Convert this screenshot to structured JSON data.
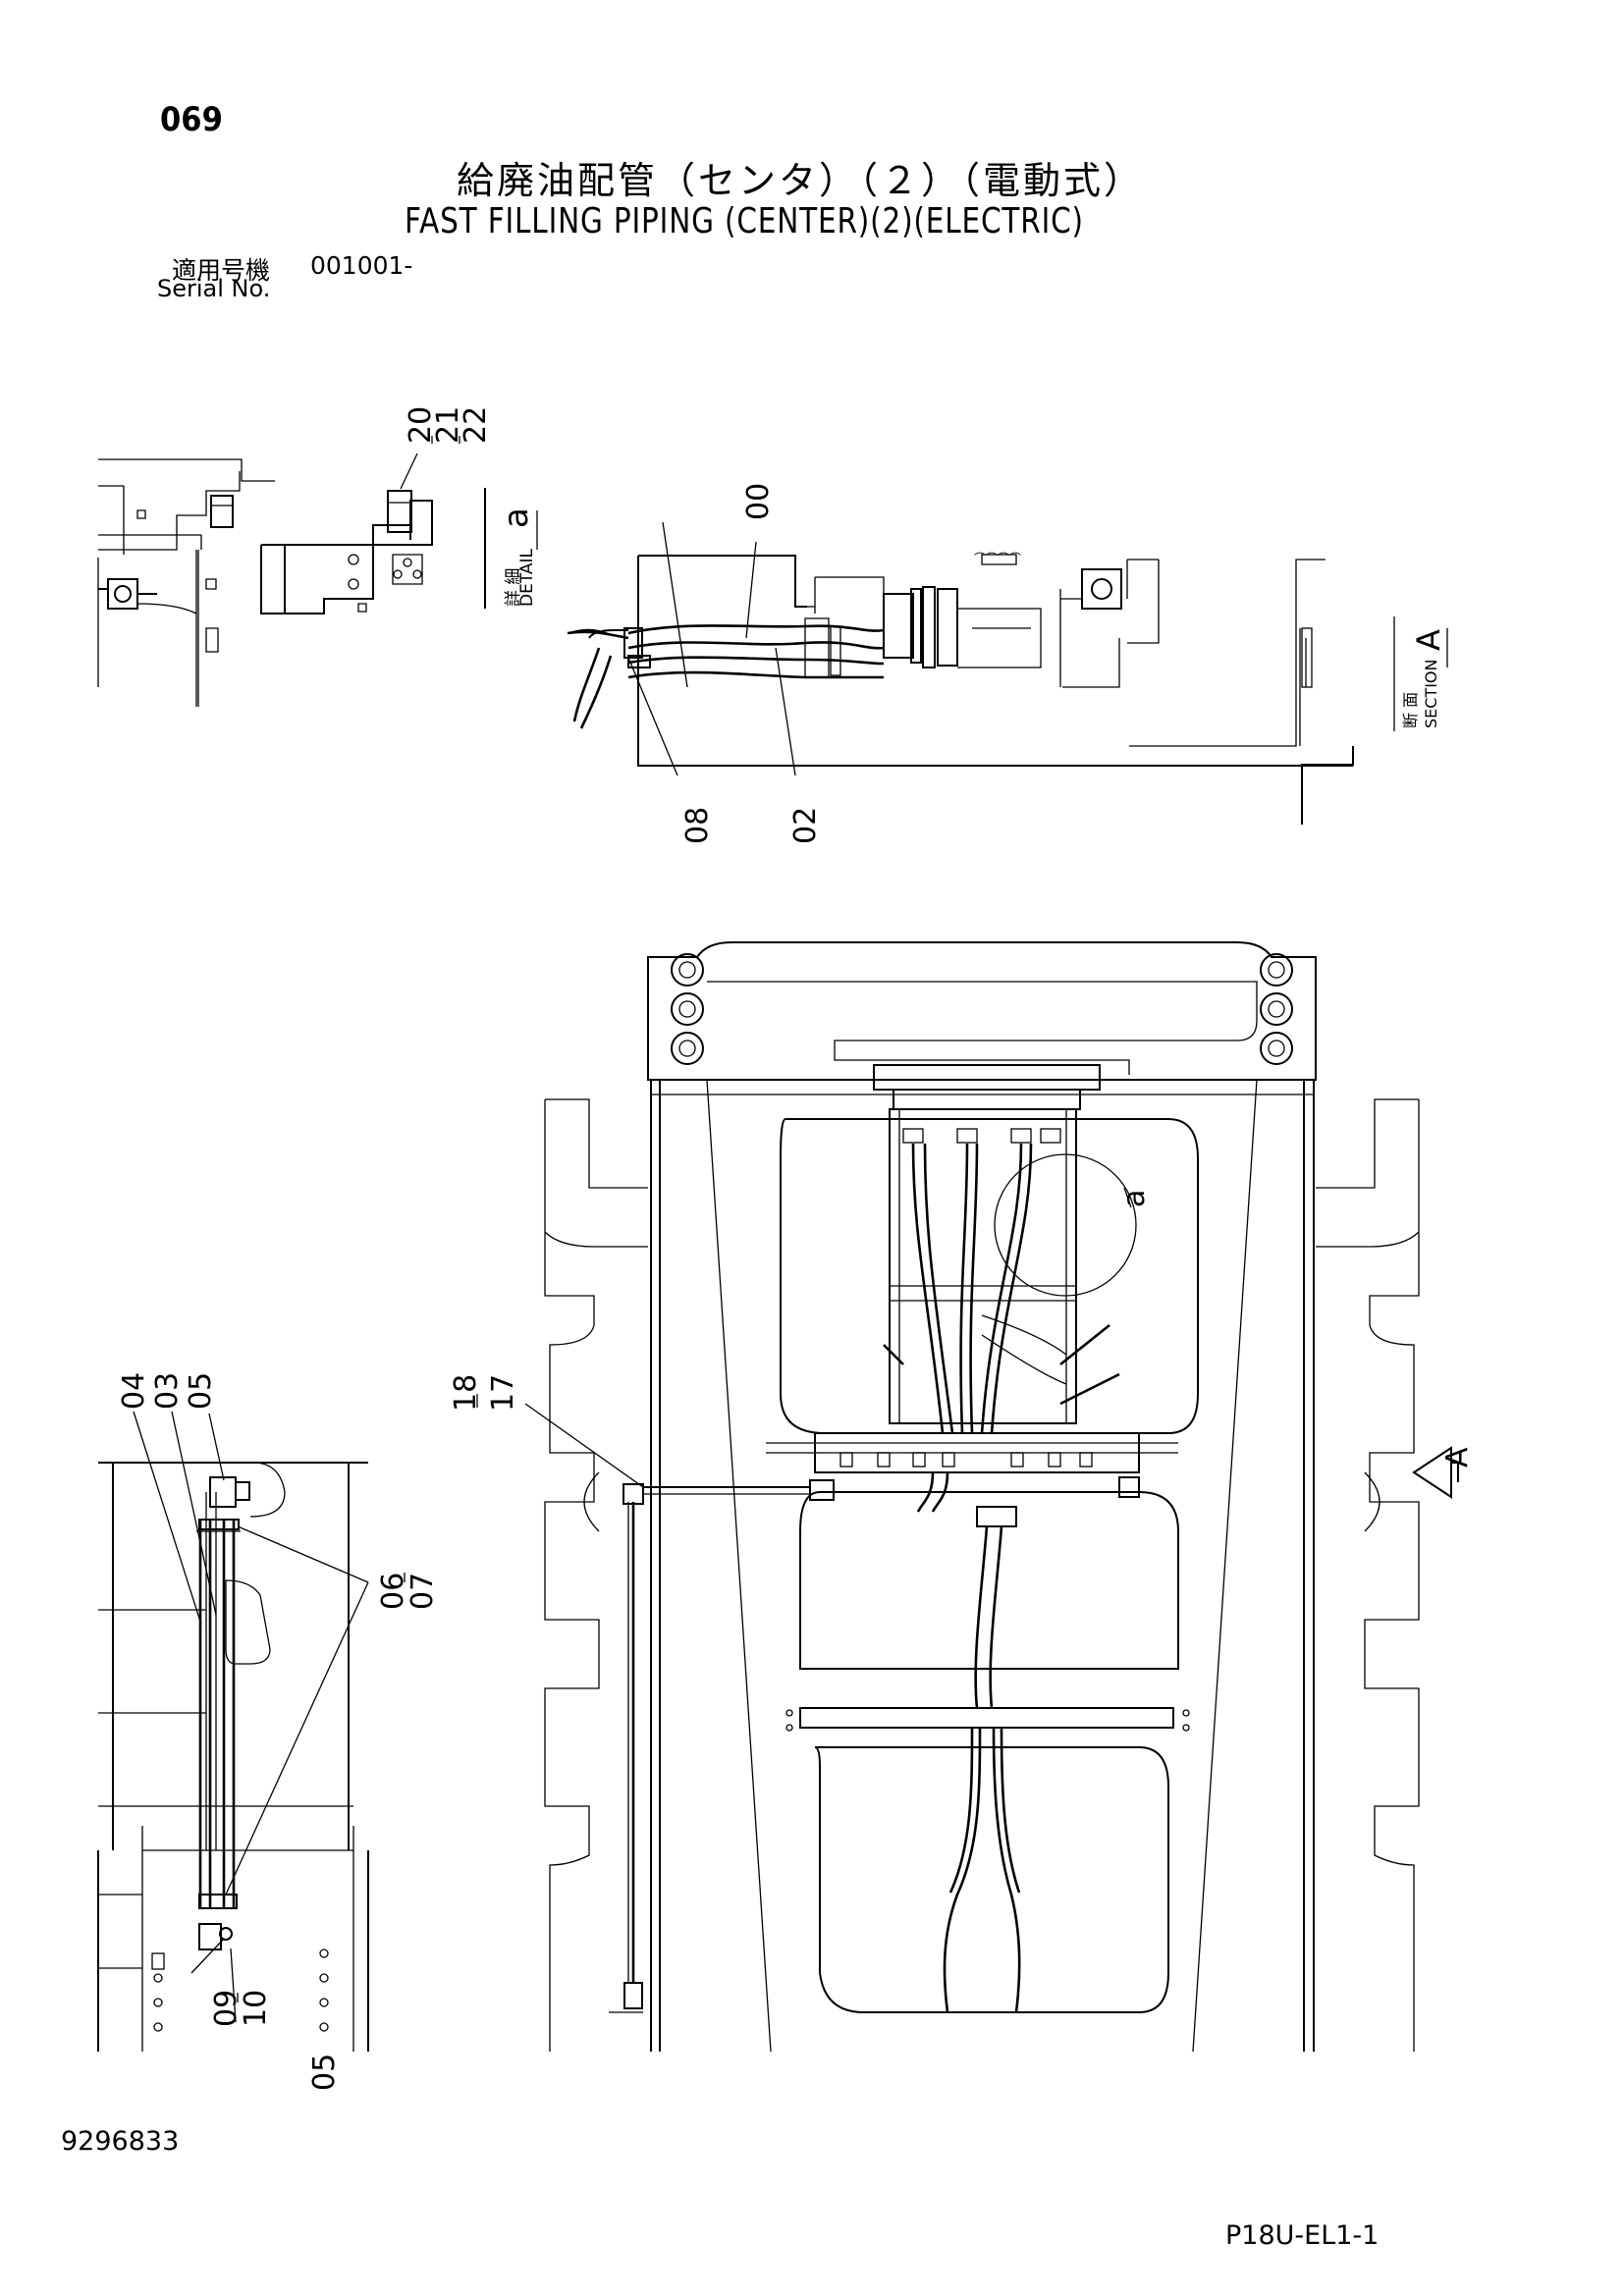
{
  "header": {
    "page_number": "069",
    "title_jp": "給廃油配管（センタ）（２）（電動式）",
    "title_en": "FAST FILLING PIPING (CENTER)(2)(ELECTRIC)",
    "serial_label_jp": "適用号機",
    "serial_value": "001001-",
    "serial_label_en": "Serial No."
  },
  "detail_view": {
    "title_jp": "詳 細",
    "title_en": "DETAIL",
    "letter": "a",
    "callouts": [
      "20",
      "21",
      "22"
    ]
  },
  "section_view": {
    "title_jp": "断 面",
    "title_en": "SECTION",
    "letter": "A",
    "callouts": [
      "00",
      "02",
      "08"
    ]
  },
  "main_view": {
    "detail_ref_letter": "a",
    "section_arrow_letter": "A",
    "callouts": [
      "18",
      "17"
    ]
  },
  "left_view": {
    "callouts": [
      "04",
      "03",
      "05",
      "06",
      "07",
      "09",
      "10",
      "05"
    ]
  },
  "footer": {
    "document_number": "9296833",
    "page_code": "P18U-EL1-1"
  }
}
